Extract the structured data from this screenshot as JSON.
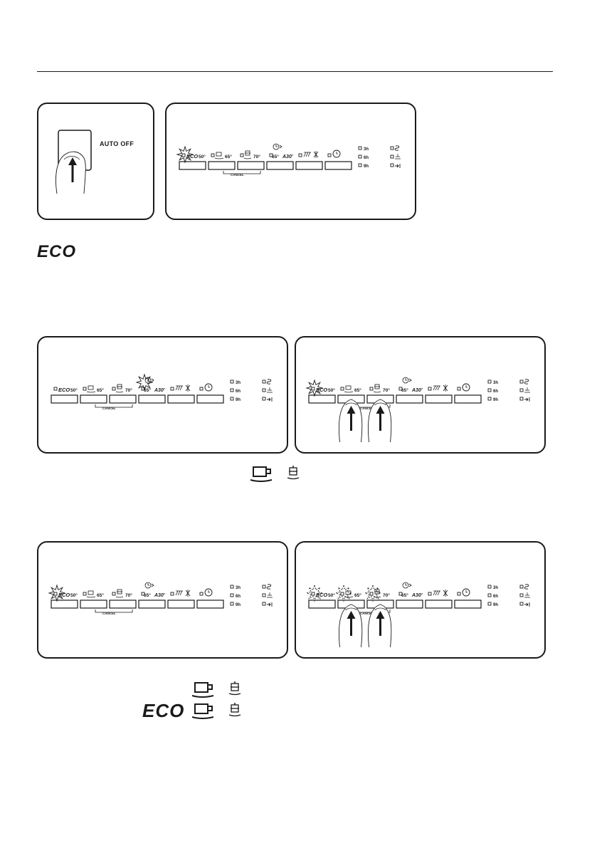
{
  "auto_off_label": "AUTO OFF",
  "eco_heading": "ECO",
  "eco_combo_label": "ECO",
  "panel": {
    "eco_mark": "ECO",
    "eco_temp": "50°",
    "p65_temp": "65°",
    "p70_temp": "70°",
    "fast_temp": "65°",
    "fast_mark": "A30'",
    "cancel": "CANCEL",
    "delay_3h": "3h",
    "delay_6h": "6h",
    "delay_9h": "9h"
  },
  "icons": [
    "hand-press-icon",
    "cup-icon",
    "pot-icon",
    "quick-wash-icon",
    "rinse-icon",
    "clock-icon",
    "salt-icon",
    "rinse-aid-icon",
    "end-icon"
  ]
}
